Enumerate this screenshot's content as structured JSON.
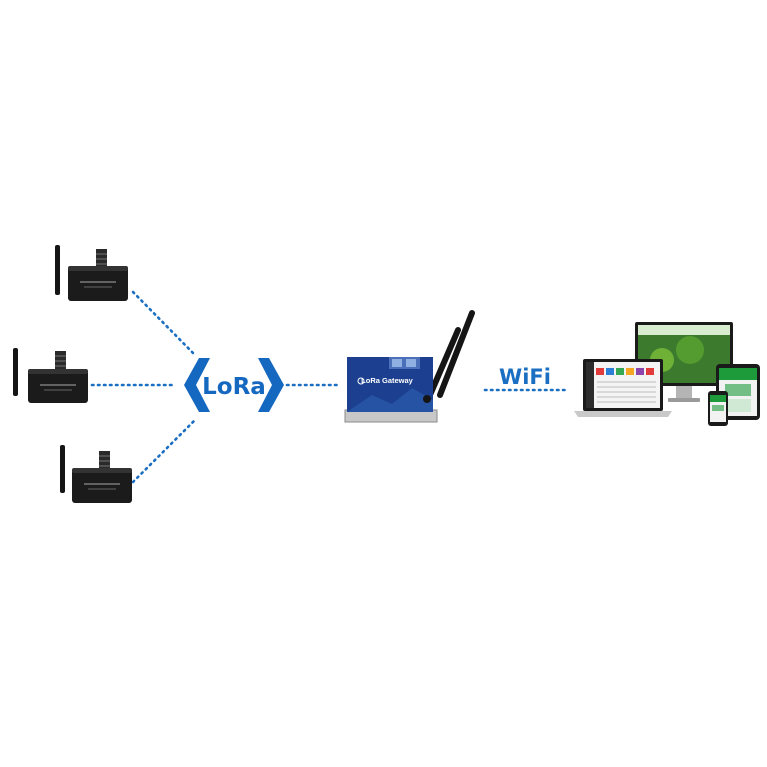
{
  "labels": {
    "lora": "LoRa",
    "wifi": "WiFi"
  },
  "nodes": {
    "sensors": [
      {
        "name": "lora-sensor-node-1"
      },
      {
        "name": "lora-sensor-node-2"
      },
      {
        "name": "lora-sensor-node-3"
      }
    ],
    "gateway": {
      "device_text": "LoRa Gateway"
    },
    "clients": [
      "laptop",
      "monitor",
      "tablet",
      "phone"
    ]
  },
  "colors": {
    "link_blue": "#1a6fc2",
    "chevron_blue": "#1468c0",
    "gateway_blue": "#1c3f8f",
    "sensor_black": "#1b1b1b",
    "accent_green": "#1d9b3a"
  }
}
